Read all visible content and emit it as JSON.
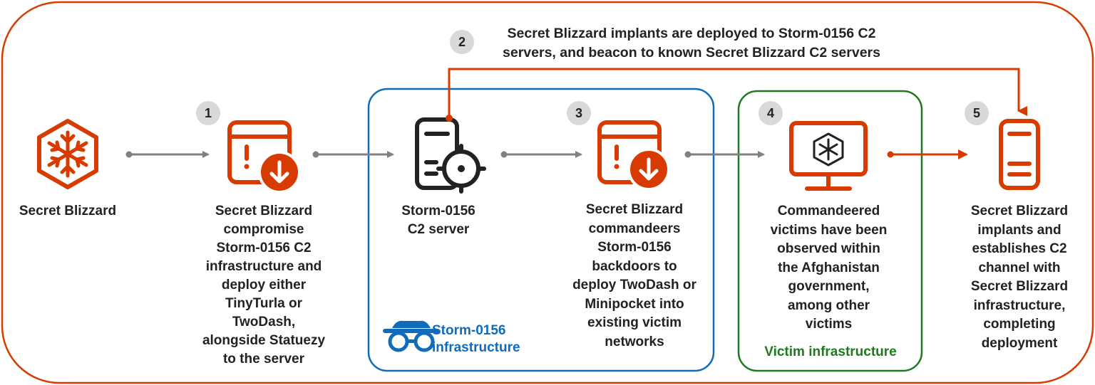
{
  "steps": {
    "origin": {
      "label": "Secret Blizzard"
    },
    "step1": {
      "number": "1",
      "label": "Secret Blizzard\ncompromise\nStorm-0156 C2\ninfrastructure and\ndeploy either\nTinyTurla or\nTwoDash,\nalongside Statuezy\nto the server"
    },
    "server": {
      "label": "Storm-0156\nC2 server"
    },
    "step2": {
      "number": "2",
      "label": "Secret Blizzard implants are deployed to Storm-0156 C2\nservers, and beacon to known Secret Blizzard C2 servers"
    },
    "step3": {
      "number": "3",
      "label": "Secret Blizzard\ncommandeers\nStorm-0156\nbackdoors to\ndeploy TwoDash or\nMinipocket into\nexisting victim\nnetworks"
    },
    "step4": {
      "number": "4",
      "label": "Commandeered\nvictims have been\nobserved within\nthe Afghanistan\ngovernment,\namong other\nvictims"
    },
    "step5": {
      "number": "5",
      "label": "Secret Blizzard\nimplants and\nestablishes C2\nchannel with\nSecret Blizzard\ninfrastructure,\ncompleting\ndeployment"
    }
  },
  "groups": {
    "storm": {
      "label": "Storm-0156\ninfrastructure"
    },
    "victim": {
      "label": "Victim infrastructure"
    }
  },
  "colors": {
    "orange": "#d83b01",
    "blue": "#0f6cbd",
    "green": "#1e7a1e",
    "gray_arrow": "#808080",
    "badge": "#d9d9d9",
    "text": "#222222"
  },
  "icons": {
    "origin": "snowflake-hexagon-icon",
    "step1": "browser-download-icon",
    "server": "server-target-icon",
    "step3": "browser-download-icon",
    "step4": "monitor-snowflake-icon",
    "step5": "server-icon",
    "storm": "spy-icon"
  }
}
